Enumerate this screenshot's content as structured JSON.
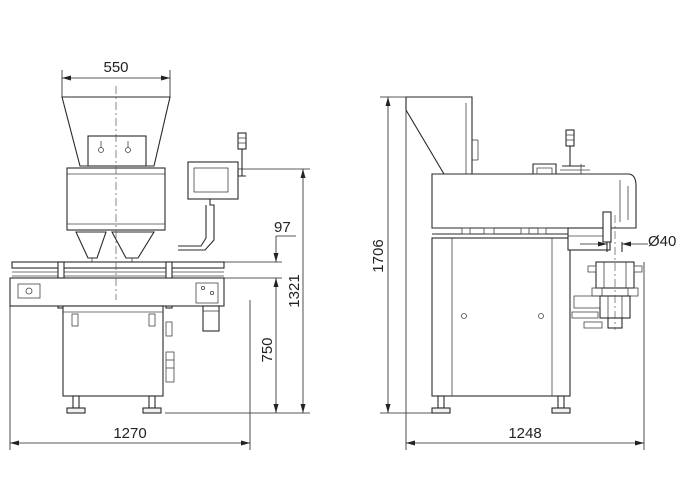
{
  "dimensions": {
    "front_top_width": "550",
    "front_gap": "97",
    "front_total_height": "1321",
    "front_table_height": "750",
    "front_total_width": "1270",
    "side_total_height": "1706",
    "side_nozzle_diameter": "Ø40",
    "side_total_width": "1248"
  }
}
